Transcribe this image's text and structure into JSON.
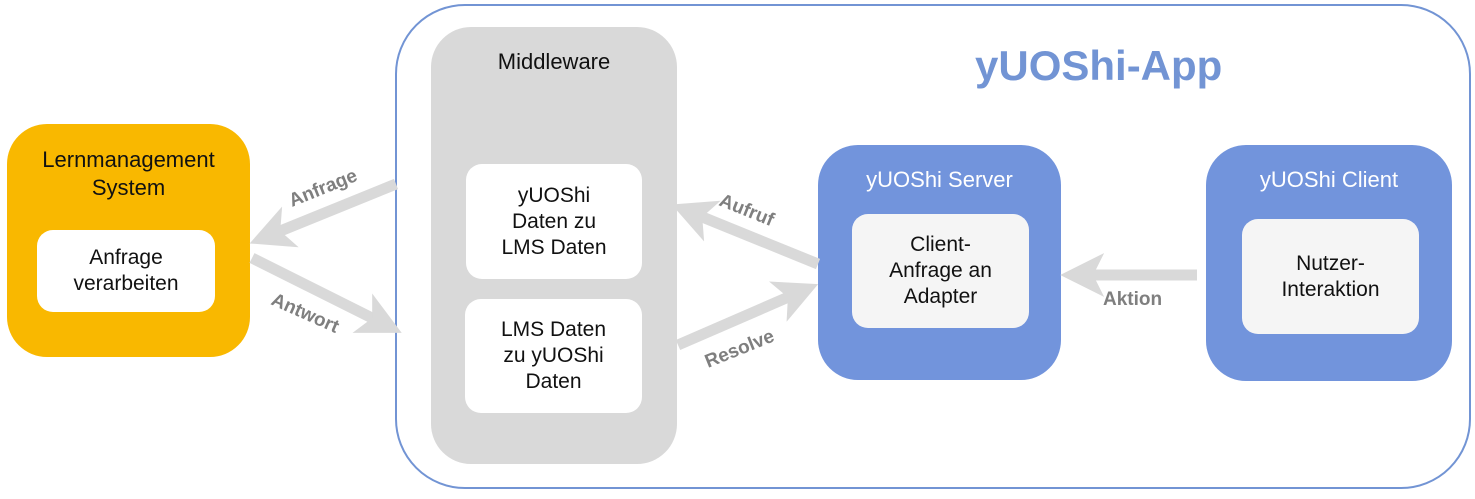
{
  "app": {
    "title": "yUOShi-App",
    "frame_color": "#7294d4"
  },
  "lms": {
    "title_line1": "Lernmanagement",
    "title_line2": "System",
    "inner_line1": "Anfrage",
    "inner_line2": "verarbeiten",
    "color": "#f9b800"
  },
  "middleware": {
    "title": "Middleware",
    "box1_lines": [
      "yUOShi",
      "Daten zu",
      "LMS Daten"
    ],
    "box2_lines": [
      "LMS Daten",
      "zu yUOShi",
      "Daten"
    ],
    "color": "#d9d9d9"
  },
  "server": {
    "title": "yUOShi Server",
    "inner_lines": [
      "Client-",
      "Anfrage an",
      "Adapter"
    ],
    "color": "#7294dc"
  },
  "client": {
    "title": "yUOShi Client",
    "inner_lines": [
      "Nutzer-",
      "Interaktion"
    ],
    "color": "#7294dc"
  },
  "arrows": {
    "anfrage": "Anfrage",
    "antwort": "Antwort",
    "aufruf": "Aufruf",
    "resolve": "Resolve",
    "aktion": "Aktion",
    "color": "#d9d9d9"
  }
}
